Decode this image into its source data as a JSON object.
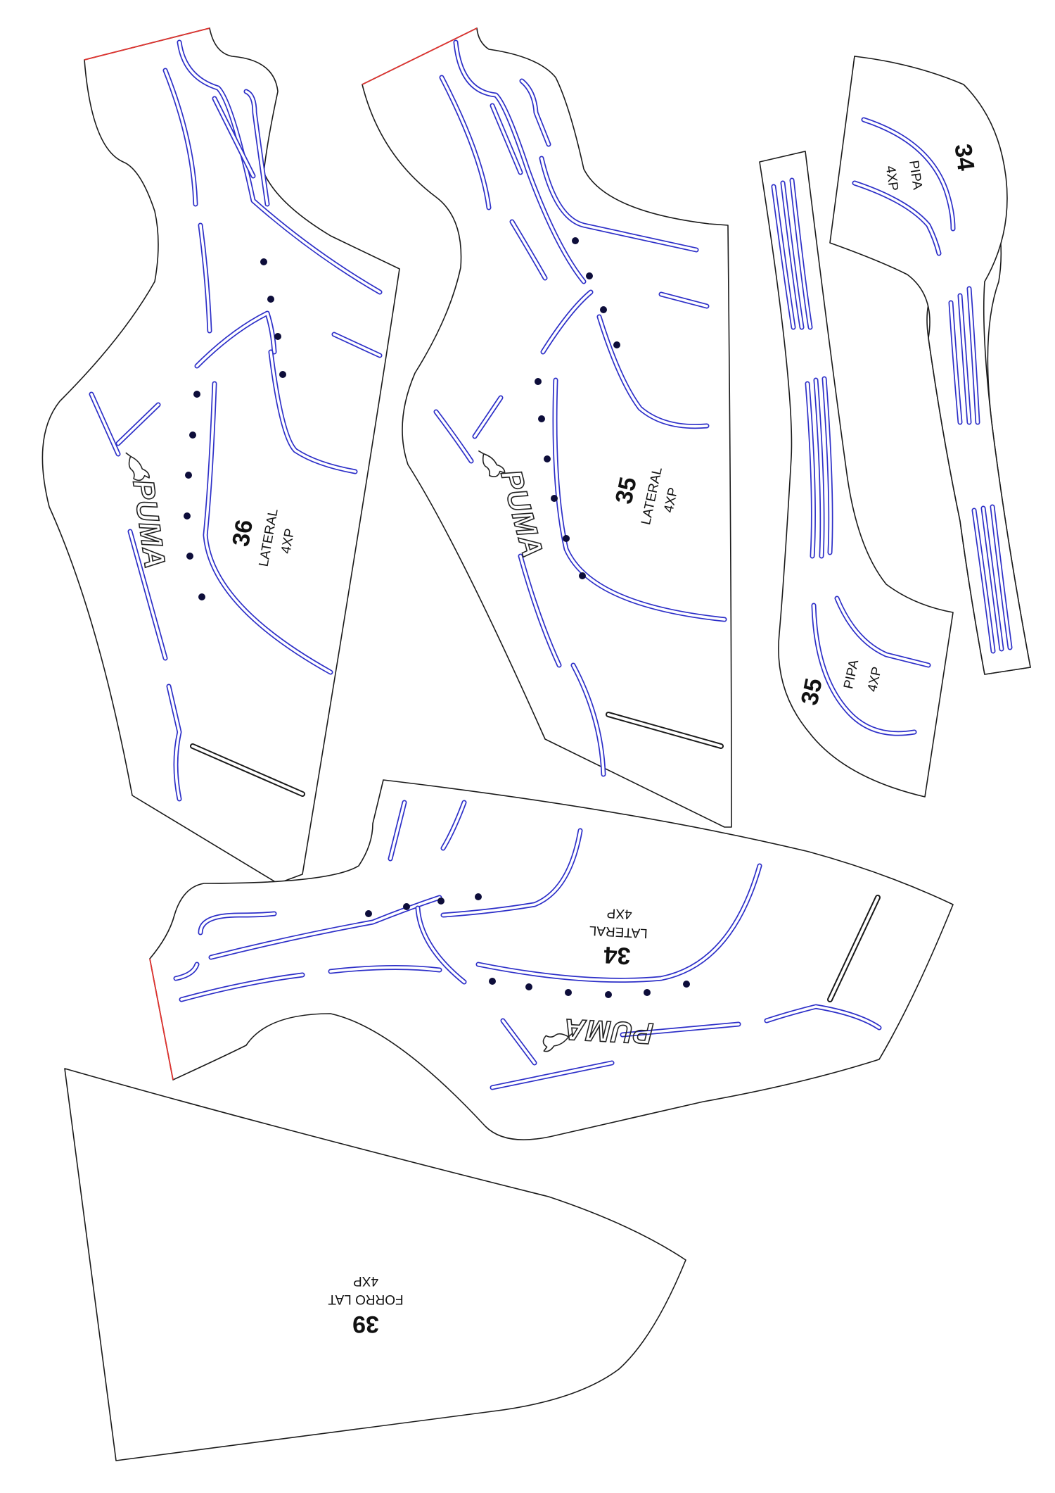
{
  "colors": {
    "outline": "#1a1a1a",
    "groove": "#2d2fc8",
    "edge_mark": "#e0322e",
    "dot": "#0d0d3a"
  },
  "brand": {
    "logo_text": "PUMA",
    "logo_icon": "leaping-cat-icon"
  },
  "pieces": {
    "p36": {
      "number": "36",
      "name": "LATERAL",
      "size": "4XP"
    },
    "p35": {
      "number": "35",
      "name": "LATERAL",
      "size": "4XP"
    },
    "p34_pipa": {
      "number": "34",
      "name": "PIPA",
      "size": "4XP"
    },
    "p35_pipa": {
      "number": "35",
      "name": "PIPA",
      "size": "4XP"
    },
    "p34": {
      "number": "34",
      "name": "LATERAL",
      "size": "4XP"
    },
    "p39": {
      "number": "39",
      "name": "FORRO LAT",
      "size": "4XP"
    }
  }
}
